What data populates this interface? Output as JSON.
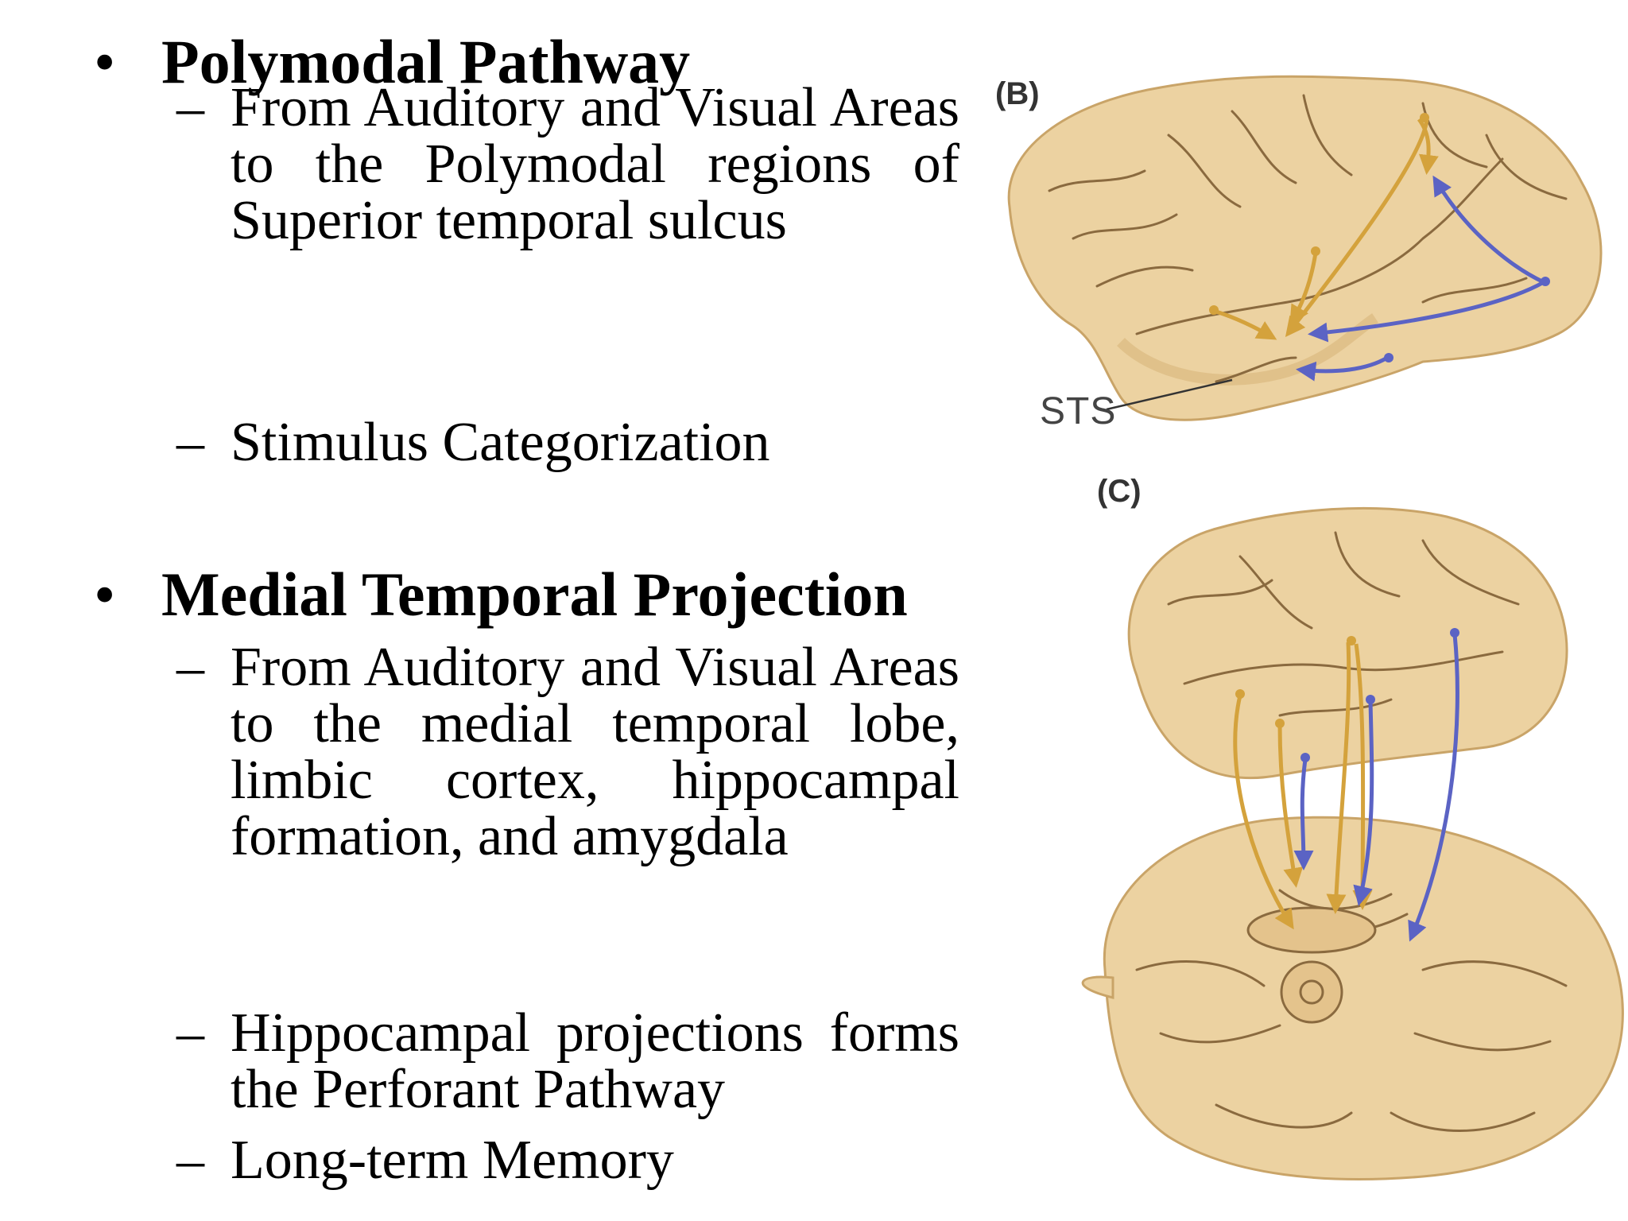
{
  "sections": [
    {
      "heading": "Polymodal Pathway",
      "items": [
        "From Auditory and Visual Areas to the Polymodal regions of Superior temporal sulcus",
        "Stimulus Categorization"
      ]
    },
    {
      "heading": "Medial Temporal Projection",
      "items": [
        "From Auditory and Visual Areas to the medial temporal lobe, limbic cortex, hippocampal formation, and amygdala",
        "Hippocampal projections forms the Perforant Pathway",
        "Long-term Memory"
      ]
    }
  ],
  "bullet_glyph": "•",
  "dash_glyph": "–",
  "figure": {
    "panel_b_label": "(B)",
    "panel_c_label": "(C)",
    "sts_label": "STS",
    "colors": {
      "brain_fill": "#ecd2a1",
      "brain_shade": "#d9b67c",
      "sulcus": "#8a6a3f",
      "auditory_arrow": "#d4a23c",
      "visual_arrow": "#5b63c4"
    }
  }
}
